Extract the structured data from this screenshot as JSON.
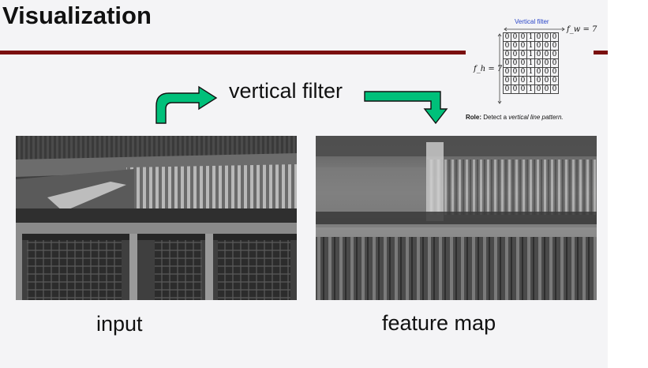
{
  "slide": {
    "title": "Visualization",
    "filter_label": "vertical filter",
    "input_caption": "input",
    "output_caption": "feature map"
  },
  "kernel": {
    "title": "Vertical filter",
    "fw_label": "f_w = 7",
    "fh_label": "f_h = 7",
    "rows": [
      [
        "0",
        "0",
        "0",
        "1",
        "0",
        "0",
        "0"
      ],
      [
        "0",
        "0",
        "0",
        "1",
        "0",
        "0",
        "0"
      ],
      [
        "0",
        "0",
        "0",
        "1",
        "0",
        "0",
        "0"
      ],
      [
        "0",
        "0",
        "0",
        "1",
        "0",
        "0",
        "0"
      ],
      [
        "0",
        "0",
        "0",
        "1",
        "0",
        "0",
        "0"
      ],
      [
        "0",
        "0",
        "0",
        "1",
        "0",
        "0",
        "0"
      ],
      [
        "0",
        "0",
        "0",
        "1",
        "0",
        "0",
        "0"
      ]
    ],
    "role_prefix": "Role:",
    "role_text": "Detect a",
    "role_emph": "vertical line pattern."
  },
  "colors": {
    "accent_rule": "#7a0f0f",
    "arrow_fill": "#00c07a",
    "kernel_title": "#2b46c9"
  }
}
